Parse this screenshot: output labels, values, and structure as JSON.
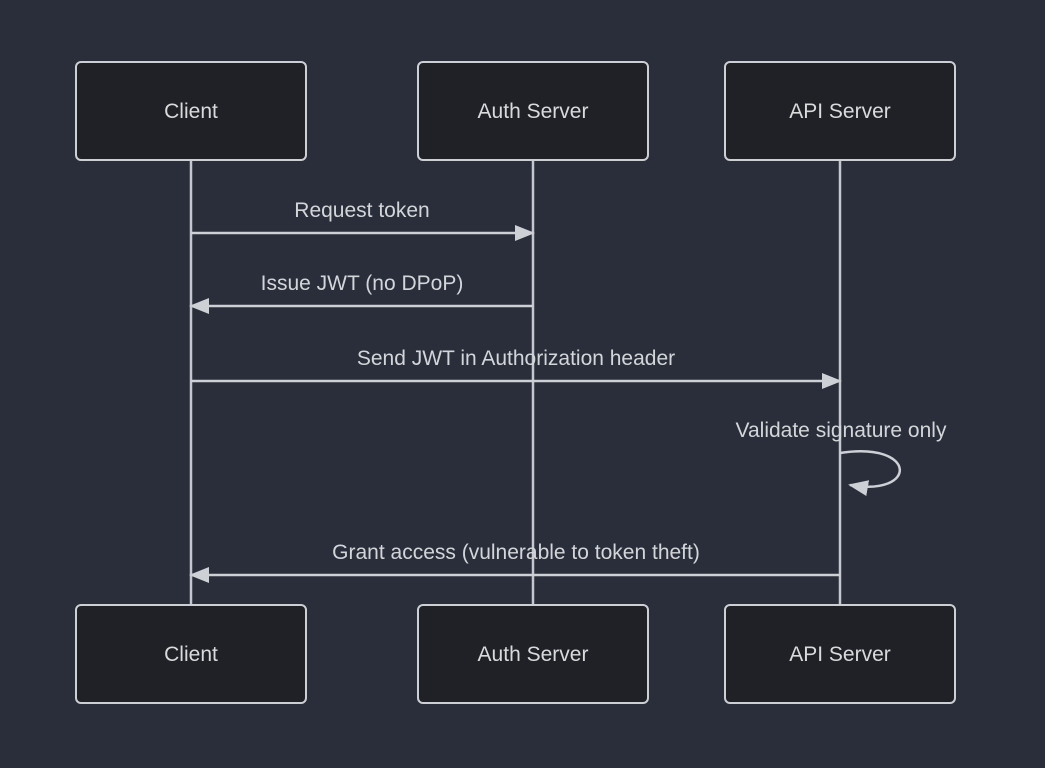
{
  "diagram": {
    "type": "sequence",
    "actors": [
      {
        "label": "Client"
      },
      {
        "label": "Auth Server"
      },
      {
        "label": "API Server"
      }
    ],
    "messages": [
      {
        "from": "Client",
        "to": "Auth Server",
        "label": "Request token",
        "kind": "solid-arrow-right"
      },
      {
        "from": "Auth Server",
        "to": "Client",
        "label": "Issue JWT (no DPoP)",
        "kind": "solid-arrow-left"
      },
      {
        "from": "Client",
        "to": "API Server",
        "label": "Send JWT in Authorization header",
        "kind": "solid-arrow-right"
      },
      {
        "from": "API Server",
        "to": "API Server",
        "label": "Validate signature only",
        "kind": "self-loop"
      },
      {
        "from": "API Server",
        "to": "Client",
        "label": "Grant access (vulnerable to token theft)",
        "kind": "solid-arrow-left"
      }
    ],
    "colors": {
      "background": "#2a2e3a",
      "actor_fill": "#1f2126",
      "actor_border": "#cccfd4",
      "lifeline": "#c4c7cd",
      "signal": "#cdd0d4",
      "text": "#d6d8da"
    }
  }
}
